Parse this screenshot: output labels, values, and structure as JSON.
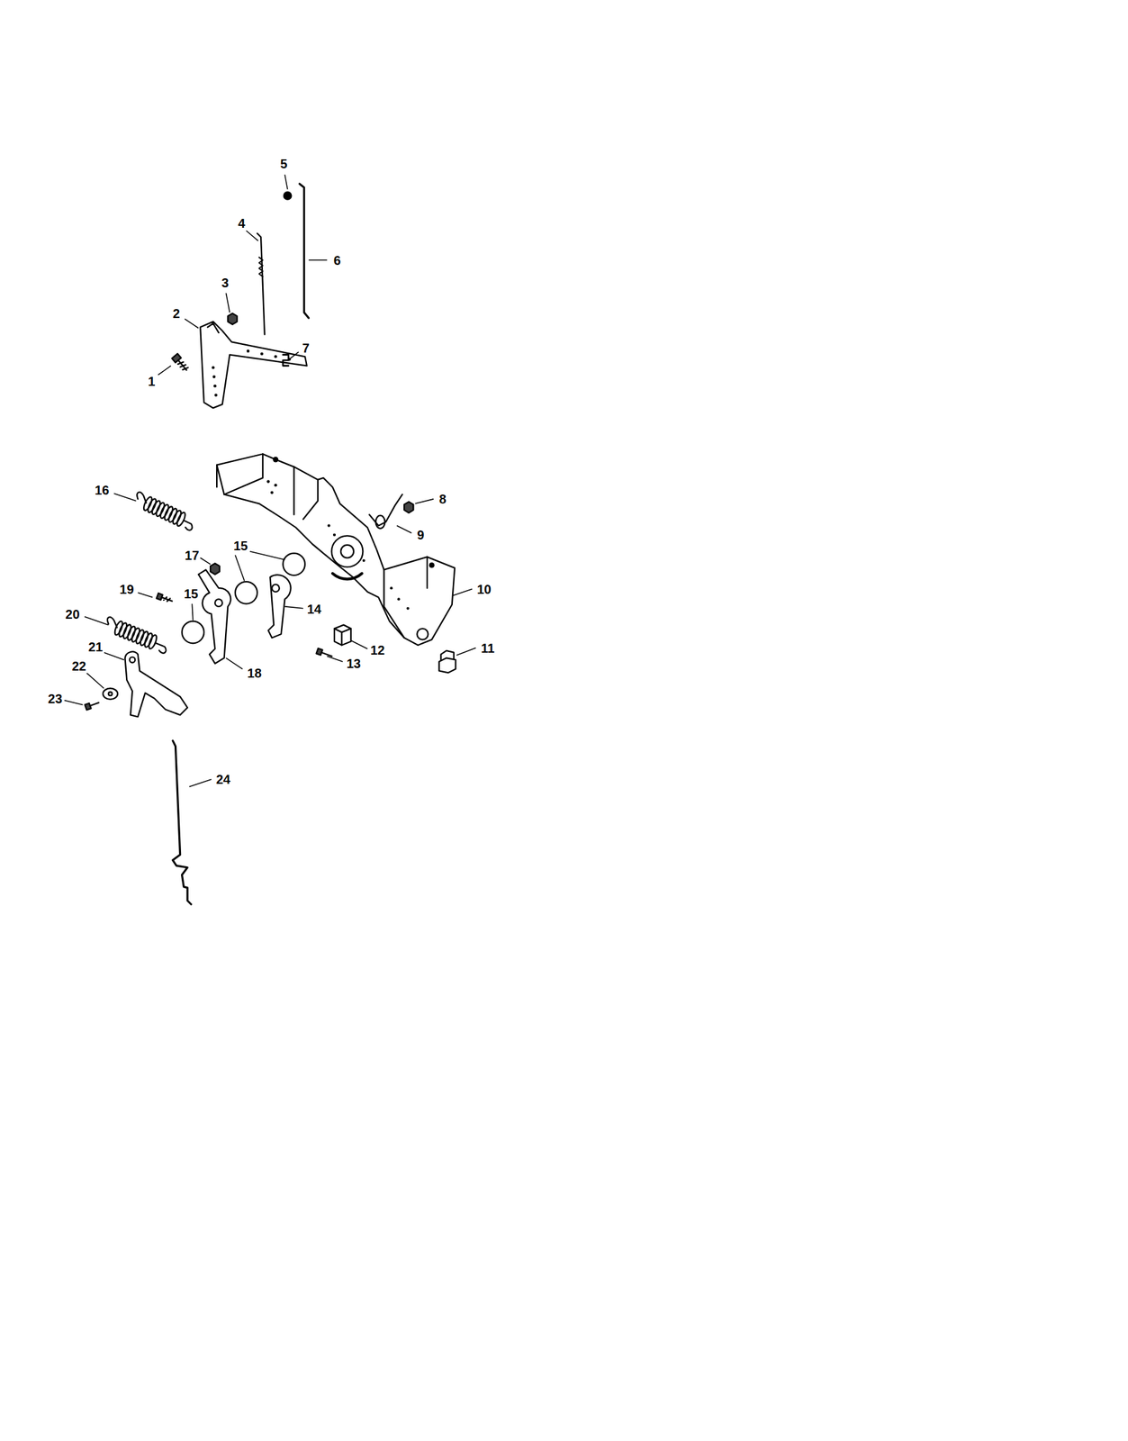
{
  "diagram": {
    "labels": [
      "1",
      "2",
      "3",
      "4",
      "5",
      "6",
      "7",
      "8",
      "9",
      "10",
      "11",
      "12",
      "13",
      "14",
      "15",
      "15",
      "16",
      "17",
      "18",
      "19",
      "20",
      "21",
      "22",
      "23",
      "24"
    ]
  }
}
